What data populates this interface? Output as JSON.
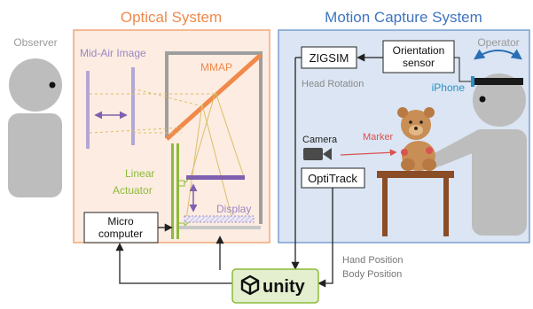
{
  "sections": {
    "optical": {
      "title": "Optical System",
      "color": "#f0894a"
    },
    "motion": {
      "title": "Motion Capture System",
      "color": "#4e7ec2"
    }
  },
  "people": {
    "observer": {
      "label": "Observer"
    },
    "operator": {
      "label": "Operator"
    }
  },
  "optical": {
    "mid_air_image": "Mid-Air Image",
    "mmap": "MMAP",
    "linear_actuator_line1": "Linear",
    "linear_actuator_line2": "Actuator",
    "display": "Display",
    "micro_computer_line1": "Micro",
    "micro_computer_line2": "computer"
  },
  "motion": {
    "zigsim": "ZIGSIM",
    "orientation_sensor_line1": "Orientation",
    "orientation_sensor_line2": "sensor",
    "head_rotation": "Head Rotation",
    "iphone": "iPhone",
    "camera": "Camera",
    "marker": "Marker",
    "optitrack": "OptiTrack"
  },
  "outputs": {
    "hand_position": "Hand Position",
    "body_position": "Body Position"
  },
  "engine": {
    "label": "unity",
    "logo": "unity-logo-icon"
  },
  "colors": {
    "mid_air_image": "#9b88c4",
    "mmap": "#f0894a",
    "linear_actuator": "#8dbb3a",
    "display": "#7e5fb0",
    "person": "#bdbdbd",
    "marker": "#d9534f",
    "iphone": "#2a8fc6",
    "unity_fill": "#e3efcf",
    "unity_stroke": "#8dbb3a",
    "table": "#8a4d26"
  }
}
